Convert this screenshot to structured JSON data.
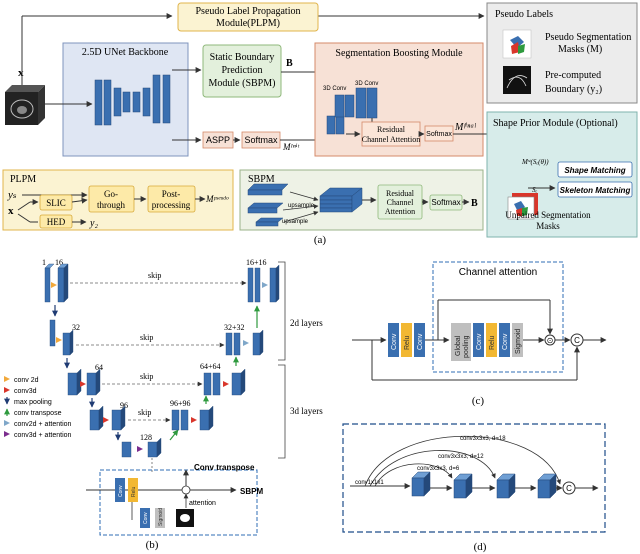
{
  "panel_a": {
    "plpm_top_line1": "Pseudo Label Propagation",
    "plpm_top_line2": "Module(PLPM)",
    "pseudo_labels": "Pseudo Labels",
    "pseudo_seg_line1": "Pseudo Segmentation",
    "pseudo_seg_line2": "Masks (M)",
    "precomp_line1": "Pre-computed",
    "precomp_line2": "Boundary (y₂)",
    "input_x": "x",
    "backbone": "2.5D UNet Backbone",
    "sbpm_line1": "Static Boundary",
    "sbpm_line2": "Prediction",
    "sbpm_line3": "Module (SBPM)",
    "b_label": "B",
    "aspp": "ASPP",
    "softmax": "Softmax",
    "m_init": "Mᴵⁿⁱᵗ",
    "sbm_title": "Segmentation Boosting Module",
    "conv3d_a": "3D Conv",
    "conv3d_b": "3D Conv",
    "rca_line1": "Residual",
    "rca_line2": "Channel Attention",
    "softmax2": "Softmax",
    "m_final": "Mᶠⁱⁿᵃˡ",
    "shape_prior_title": "Shape Prior Module (Optional)",
    "m_st_label": "Mˢᵗ(Sₑ(θ))",
    "s_theta_label": "Sₑ",
    "shape_matching": "Shape Matching",
    "skeleton_matching": "Skeleton Matching",
    "unpaired_line1": "Unpaired Segmentation",
    "unpaired_line2": "Masks",
    "plpm_title": "PLPM",
    "ys": "yₛ",
    "x2": "x",
    "slic": "SLIC",
    "go_line1": "Go-",
    "go_line2": "through",
    "post_line1": "Post-",
    "post_line2": "processing",
    "m_pseudo": "Mᵖˢᵉᵘᵈᵒ",
    "hed": "HED",
    "yb": "y₂",
    "sbpm_title": "SBPM",
    "upsample1": "upsample",
    "upsample2": "upsample",
    "rca2_line1": "Residual",
    "rca2_line2": "Channel",
    "rca2_line3": "Attention",
    "softmax3": "Softmax",
    "b_label2": "B",
    "caption_a": "(a)"
  },
  "panel_b": {
    "n1": "1",
    "n16": "16",
    "n32": "32",
    "n64": "64",
    "n96": "96",
    "n128": "128",
    "n16_16": "16+16",
    "n32_32": "32+32",
    "n64_64": "64+64",
    "n96_96": "96+96",
    "skip1": "skip",
    "skip2": "skip",
    "skip3": "skip",
    "skip4": "skip",
    "layers_2d": "2d layers",
    "layers_3d": "3d layers",
    "legend": [
      {
        "label": "conv 2d",
        "color": "#f2a93b"
      },
      {
        "label": "conv3d",
        "color": "#d9362b"
      },
      {
        "label": "max pooling",
        "color": "#1f3b73"
      },
      {
        "label": "conv transpose",
        "color": "#2e9a3e"
      },
      {
        "label": "conv2d + attention",
        "color": "#7fa7c9"
      },
      {
        "label": "conv3d + attention",
        "color": "#7b2d8e"
      }
    ],
    "conv_transpose": "Conv transpose",
    "sbpm_arrow": "SBPM",
    "attention": "attention",
    "conv_a": "Conv",
    "relu_a": "Relu",
    "conv_b": "Conv",
    "sigmoid": "Sigmoid",
    "caption_b": "(b)"
  },
  "panel_c": {
    "title": "Channel attention",
    "conv1": "Conv",
    "relu1": "Relu",
    "conv2": "Conv",
    "gp_line1": "Global",
    "gp_line2": "pooling",
    "conv3": "Conv",
    "relu2": "Relu",
    "conv4": "Conv",
    "sigmoid": "Sigmoid",
    "dot": "⊙",
    "concat": "C",
    "caption_c": "(c)"
  },
  "panel_d": {
    "conv_d18": "conv3x3x3, d=18",
    "conv_d12": "conv3x3x3, d=12",
    "conv_d6": "conv3x3x3, d=6",
    "conv_1x1": "conv1x1x1",
    "concat": "C",
    "caption_d": "(d)"
  },
  "colors": {
    "unet_blue": "#3a6fb0",
    "backbone_bg": "#dfe6f3",
    "sbpm_bg": "#e3f0dc",
    "sbm_bg": "#f7e1d6",
    "pseudo_bg": "#ececec",
    "shape_bg": "#d7ecea",
    "plpm_bg": "#fbf3d2",
    "sbpm_bottom_bg": "#eef2e6",
    "relu_yellow": "#f2b833"
  }
}
